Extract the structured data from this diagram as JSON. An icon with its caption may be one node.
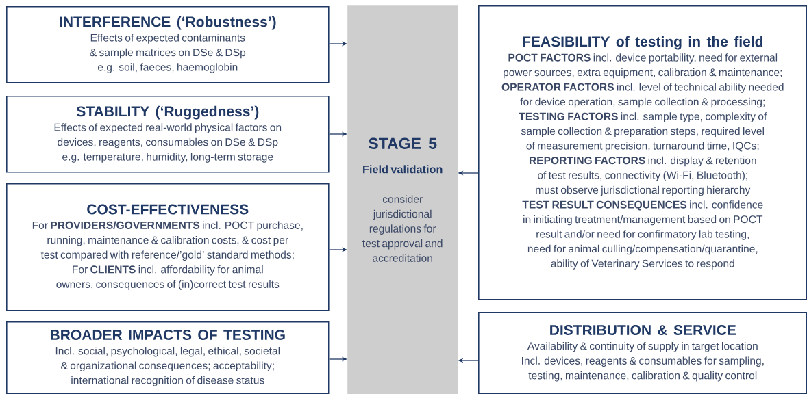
{
  "diagram": {
    "nodes": [
      {
        "text": [
          "INTERFERENCE (‘Robustness’)",
          "Effects of expected contaminants & sample matrices on DSe & DSp",
          "e.g. soil, faeces, haemoglobin"
        ]
      },
      {
        "text": [
          "STABILITY (‘Ruggedness’)",
          "Effects of expected real-world physical factors on devices, reagents, consumables on DSe & DSp",
          "e.g. temperature, humidity, long-term storage"
        ]
      },
      {
        "text": [
          "COST-EFFECTIVENESS",
          "For **PROVIDERS/GOVERNMENTS** incl. POCT purchase, running, maintenance & calibration costs, & cost per test compared with reference/’gold’ standard methods;",
          "For **CLIENTS** incl. affordability for animal owners, consequences of (in)correct test results"
        ]
      },
      {
        "text": [
          "BROADER IMPACTS OF TESTING",
          "Incl. social, psychological, legal, ethical, societal & organizational consequences; acceptability; international recognition of disease status"
        ]
      },
      {
        "text": [
          "STAGE 5",
          "Field validation",
          "consider jurisdictional regulations for test approval and accreditation"
        ]
      },
      {
        "text": [
          "FEASIBILITY of testing in the field",
          "**POCT FACTORS** incl. device portability, need for external power sources, extra equipment, calibration & maintenance;",
          "**OPERATOR FACTORS** incl. level of technical ability needed for device operation, sample collection & processing;",
          "**TESTING FACTORS** incl. sample type, complexity of sample collection & preparation steps, required level of measurement precision, turnaround time, IQCs;",
          "**REPORTING FACTORS** incl. display & retention of test results, connectivity (Wi-Fi, Bluetooth); must observe jurisdictional reporting hierarchy",
          "**TEST RESULT CONSEQUENCES** incl. confidence in initiating treatment/management based on POCT result and/or need for confirmatory lab testing, need for animal culling/compensation/quarantine, ability of Veterinary Services to respond"
        ]
      },
      {
        "text": [
          "DISTRIBUTION & SERVICE",
          "Availability & continuity of supply in target location Incl. devices, reagents & consumables for sampling, testing, maintenance, calibration & quality control"
        ]
      }
    ],
    "edges": [
      {
        "from": 0,
        "to": 4,
        "arrow": "to"
      },
      {
        "from": 1,
        "to": 4,
        "arrow": "to"
      },
      {
        "from": 2,
        "to": 4,
        "arrow": "to"
      },
      {
        "from": 3,
        "to": 4,
        "arrow": "to"
      },
      {
        "from": 5,
        "to": 4,
        "arrow": "to"
      },
      {
        "from": 6,
        "to": 4,
        "arrow": "to"
      }
    ]
  }
}
